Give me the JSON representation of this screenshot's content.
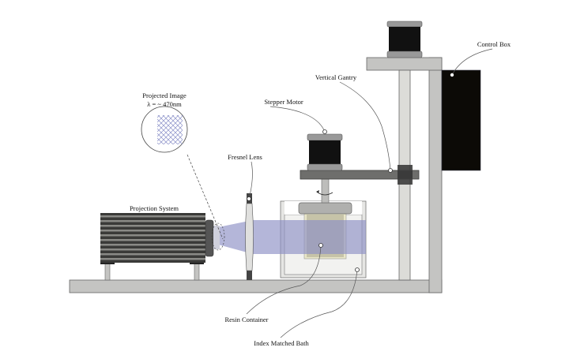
{
  "labels": {
    "projected_image": "Projected Image",
    "wavelength": "λ = ~ 470nm",
    "stepper_motor": "Stepper Motor",
    "fresnel_lens": "Fresnel Lens",
    "projection_system": "Projection System",
    "vertical_gantry": "Vertical Gantry",
    "control_box": "Control Box",
    "resin_container": "Resin Container",
    "index_matched_bath": "Index Matched Bath"
  },
  "colors": {
    "frame": "#c4c4c2",
    "motor": "#111111",
    "beam": "#8c8fc4",
    "gantry_arm": "#6e6e6c",
    "bath": "#f2f2f0",
    "resin": "#b7b49a"
  }
}
